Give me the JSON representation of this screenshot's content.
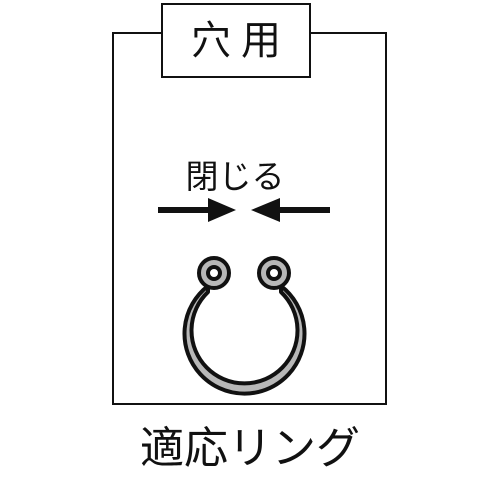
{
  "tab": {
    "label": "穴用"
  },
  "action": {
    "label": "閉じる"
  },
  "caption": {
    "label": "適応リング"
  },
  "colors": {
    "ink": "#111111",
    "ring_fill": "#b8b8b8",
    "background": "#ffffff"
  },
  "icons": {
    "left_arrow": "arrow-right-icon",
    "right_arrow": "arrow-left-icon",
    "ring": "internal-retaining-ring-icon"
  }
}
